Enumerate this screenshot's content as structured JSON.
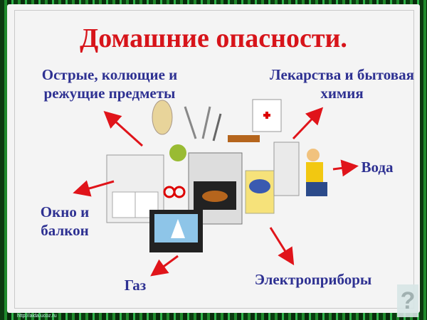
{
  "title": "Домашние опасности.",
  "labels": {
    "sharp": "Острые, колющие и режущие предметы",
    "medicine": "Лекарства и бытовая химия",
    "water": "Вода",
    "window": "Окно и балкон",
    "gas": "Газ",
    "electric": "Электроприборы"
  },
  "help_icon": "question-mark-icon",
  "footer_url": "http://aida.ucoz.ru",
  "colors": {
    "title": "#d7141a",
    "labels": "#2e3192",
    "arrows": "#e0141a"
  }
}
